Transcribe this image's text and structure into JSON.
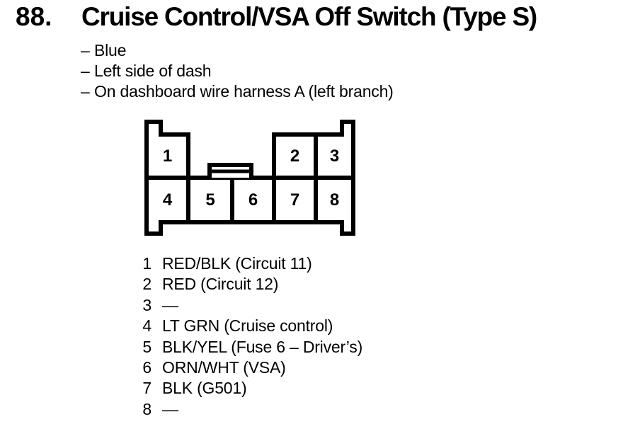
{
  "page": {
    "item_number": "88.",
    "title": "Cruise Control/VSA Off Switch (Type S)"
  },
  "notes": {
    "bullet": "–",
    "items": [
      "Blue",
      "Left side of dash",
      "On dashboard wire harness A (left branch)"
    ]
  },
  "connector": {
    "description": "8-cavity connector, front view, tabs at corners, latch on top center",
    "cells": [
      "1",
      "2",
      "3",
      "4",
      "5",
      "6",
      "7",
      "8"
    ],
    "top_row": [
      "1",
      "2",
      "3"
    ],
    "bottom_row": [
      "4",
      "5",
      "6",
      "7",
      "8"
    ]
  },
  "pins": [
    {
      "num": "1",
      "label": "RED/BLK (Circuit 11)"
    },
    {
      "num": "2",
      "label": "RED (Circuit 12)"
    },
    {
      "num": "3",
      "label": "—"
    },
    {
      "num": "4",
      "label": "LT GRN (Cruise control)"
    },
    {
      "num": "5",
      "label": "BLK/YEL (Fuse 6 – Driver’s)"
    },
    {
      "num": "6",
      "label": "ORN/WHT (VSA)"
    },
    {
      "num": "7",
      "label": "BLK (G501)"
    },
    {
      "num": "8",
      "label": "—"
    }
  ],
  "colors": {
    "ink": "#000000",
    "paper": "#ffffff"
  }
}
